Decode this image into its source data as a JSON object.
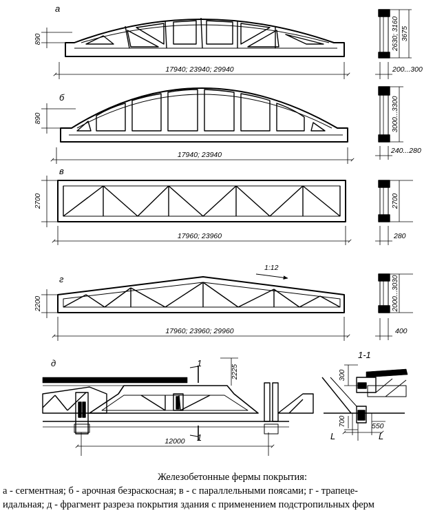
{
  "figure": {
    "a": {
      "letter": "а",
      "height": "890",
      "span": "17940; 23940; 29940",
      "section_heights": "2630; 3160",
      "section_total": "3675",
      "section_width": "200...300"
    },
    "b": {
      "letter": "б",
      "height": "890",
      "span": "17940; 23940",
      "section_height": "3000...3300",
      "section_width": "240...280"
    },
    "v": {
      "letter": "в",
      "height": "2700",
      "span": "17960; 23960",
      "section_height": "2700",
      "section_width": "280"
    },
    "g": {
      "letter": "г",
      "height": "2200",
      "slope": "1:12",
      "span": "17960; 23960; 29960",
      "section_height": "2000...3030",
      "section_width": "400"
    },
    "d": {
      "letter": "д",
      "height": "2225",
      "span": "12000",
      "cut_mark": "1",
      "section_title": "1-1",
      "dim_300": "300",
      "dim_700": "700",
      "dim_550": "550",
      "axis_mark": "L"
    }
  },
  "caption": {
    "title": "Железобетонные фермы покрытия:",
    "line1": "а - сегментная; б - арочная безраскосная; в - с параллельными поясами; г - трапеце-",
    "line2": "идальная; д - фрагмент разреза покрытия здания с применением подстропильных ферм"
  }
}
